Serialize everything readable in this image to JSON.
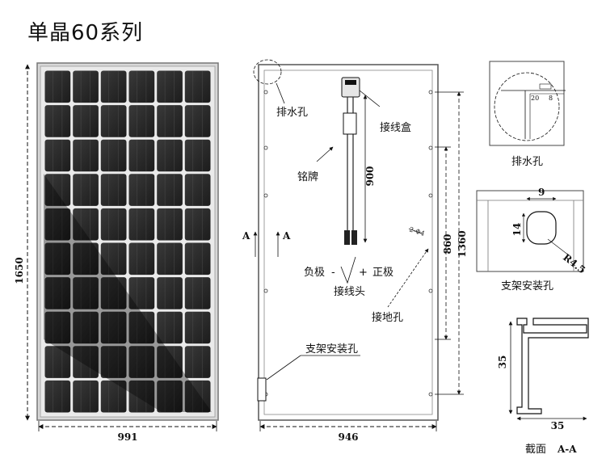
{
  "title": "单晶60系列",
  "front": {
    "rows": 10,
    "cols": 6,
    "height_label": "1650",
    "width_label": "991"
  },
  "back": {
    "drain_hole_label": "排水孔",
    "junction_box_label": "接线盒",
    "nameplate_label": "铭牌",
    "cable_length_label": "900",
    "negative_label": "负极",
    "minus_sign": "-",
    "plus_sign": "+",
    "positive_label": "正极",
    "connector_label": "接线头",
    "ground_hole_label": "接地孔",
    "ground_size_label": "2-Φ4",
    "mount_hole_label": "支架安装孔",
    "section_mark_left": "A",
    "section_mark_right": "A",
    "dim_860": "860",
    "dim_1360": "1360",
    "width_label": "946"
  },
  "details": {
    "drain_detail_label": "排水孔",
    "drain_dim_a": "20",
    "drain_dim_b": "8",
    "mount_detail_label": "支架安装孔",
    "mount_dim_9": "9",
    "mount_dim_14": "14",
    "mount_dim_r": "R4.5",
    "section_height": "35",
    "section_width": "35",
    "section_caption": "截面",
    "section_caption_mark": "A-A"
  }
}
